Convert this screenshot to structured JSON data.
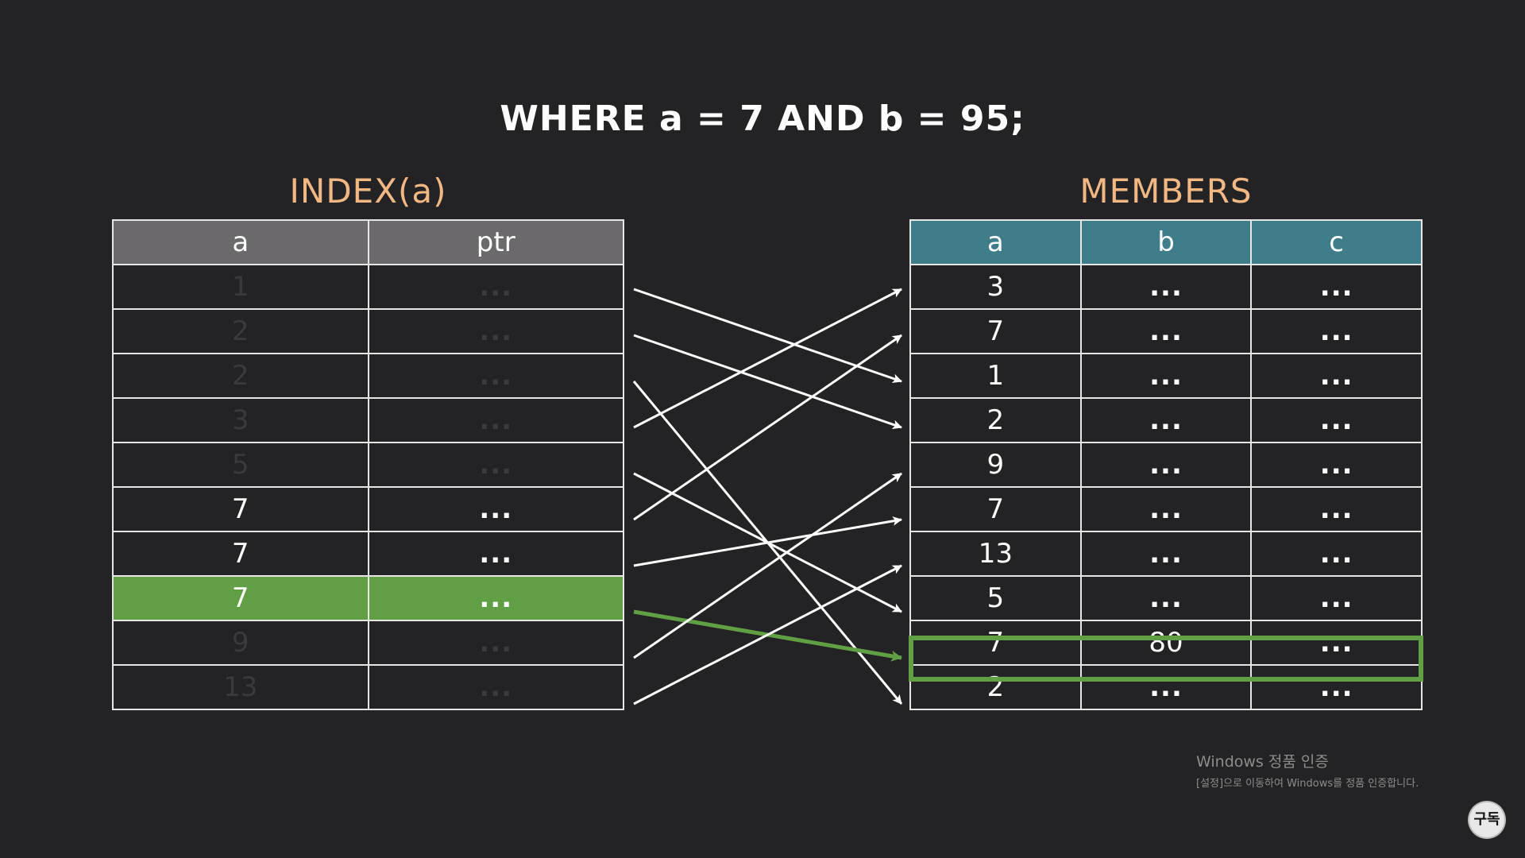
{
  "query": "WHERE a = 7 AND b = 95;",
  "index_table": {
    "title": "INDEX(a)",
    "columns": [
      "a",
      "ptr"
    ],
    "rows": [
      {
        "a": "1",
        "ptr": "...",
        "state": "dim"
      },
      {
        "a": "2",
        "ptr": "...",
        "state": "dim"
      },
      {
        "a": "2",
        "ptr": "...",
        "state": "dim"
      },
      {
        "a": "3",
        "ptr": "...",
        "state": "dim"
      },
      {
        "a": "5",
        "ptr": "...",
        "state": "dim"
      },
      {
        "a": "7",
        "ptr": "...",
        "state": "lit"
      },
      {
        "a": "7",
        "ptr": "...",
        "state": "lit"
      },
      {
        "a": "7",
        "ptr": "...",
        "state": "highlighted"
      },
      {
        "a": "9",
        "ptr": "...",
        "state": "dim"
      },
      {
        "a": "13",
        "ptr": "...",
        "state": "dim"
      }
    ]
  },
  "members_table": {
    "title": "MEMBERS",
    "columns": [
      "a",
      "b",
      "c"
    ],
    "rows": [
      {
        "a": "3",
        "b": "...",
        "c": "..."
      },
      {
        "a": "7",
        "b": "...",
        "c": "..."
      },
      {
        "a": "1",
        "b": "...",
        "c": "..."
      },
      {
        "a": "2",
        "b": "...",
        "c": "..."
      },
      {
        "a": "9",
        "b": "...",
        "c": "..."
      },
      {
        "a": "7",
        "b": "...",
        "c": "..."
      },
      {
        "a": "13",
        "b": "...",
        "c": "..."
      },
      {
        "a": "5",
        "b": "...",
        "c": "..."
      },
      {
        "a": "7",
        "b": "80",
        "c": "..."
      },
      {
        "a": "2",
        "b": "...",
        "c": "..."
      }
    ],
    "highlighted_row": 8
  },
  "pointers": [
    {
      "from": 0,
      "to": 2
    },
    {
      "from": 1,
      "to": 3
    },
    {
      "from": 2,
      "to": 9
    },
    {
      "from": 3,
      "to": 0
    },
    {
      "from": 4,
      "to": 7
    },
    {
      "from": 5,
      "to": 1
    },
    {
      "from": 6,
      "to": 5
    },
    {
      "from": 7,
      "to": 8,
      "highlight": true
    },
    {
      "from": 8,
      "to": 4
    },
    {
      "from": 9,
      "to": 6
    }
  ],
  "colors": {
    "background": "#232224",
    "title_accent": "#f2b883",
    "index_header": "#6b696c",
    "members_header": "#3f7d8b",
    "highlight": "#619f45",
    "arrow": "#ffffff"
  },
  "watermark": {
    "title": "Windows 정품 인증",
    "subtitle": "[설정]으로 이동하여 Windows를 정품 인증합니다."
  },
  "subscribe_label": "구독"
}
